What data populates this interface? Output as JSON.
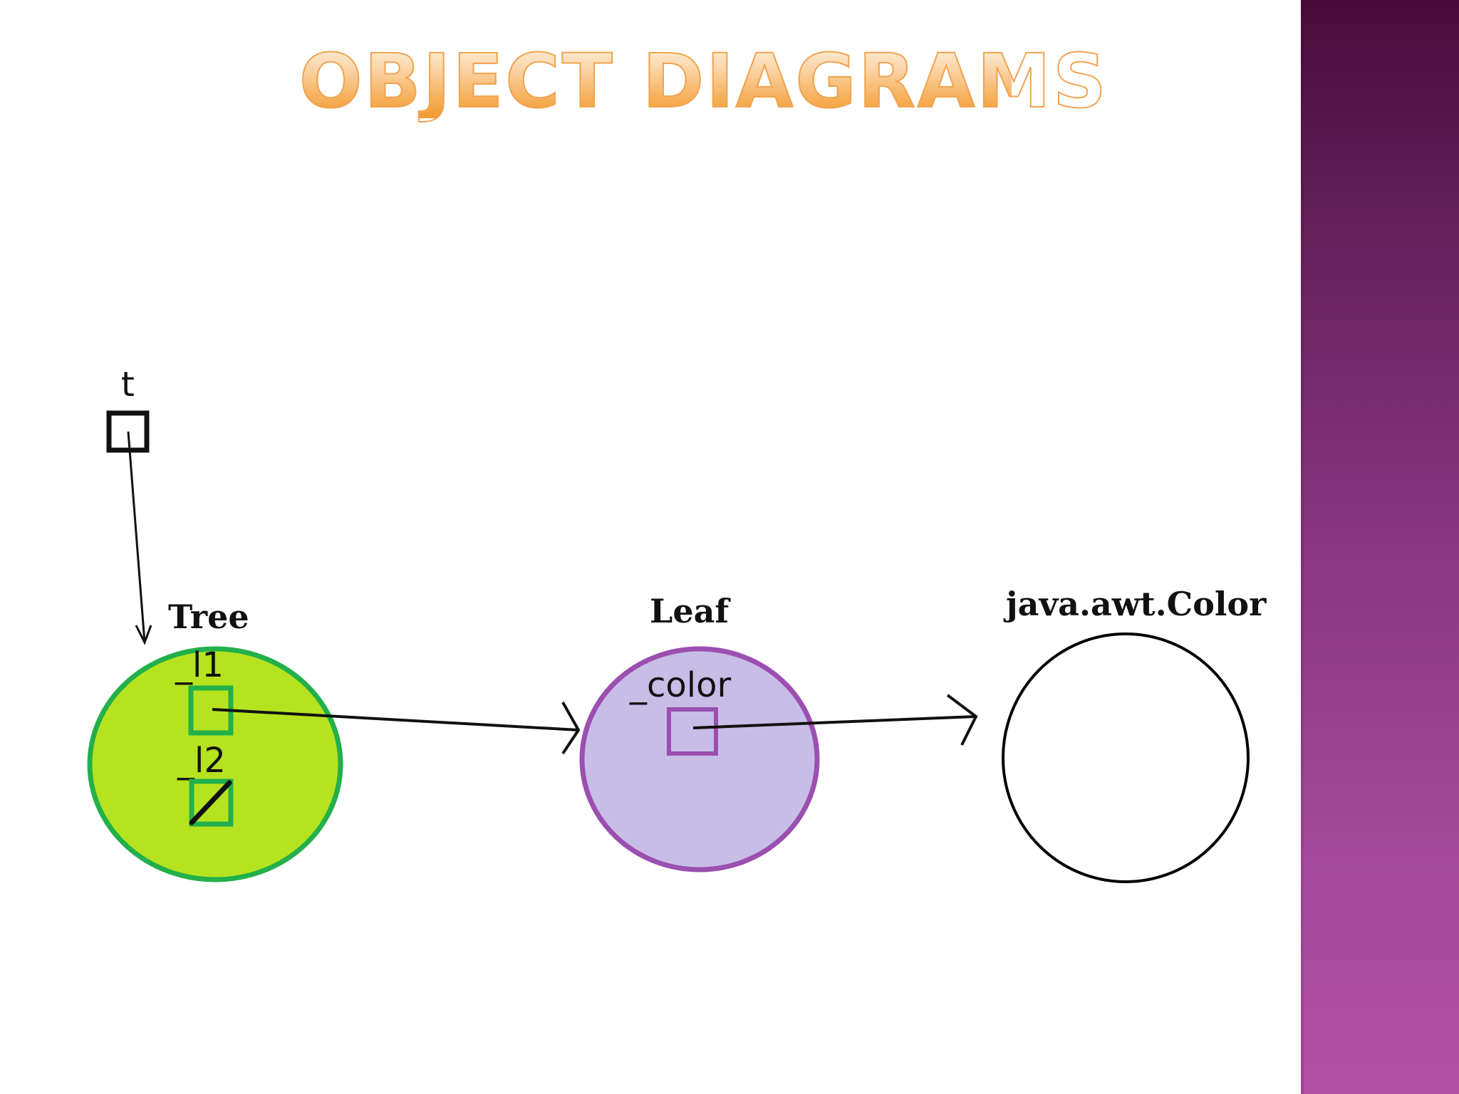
{
  "slide": {
    "title": "OBJECT DIAGRAMS",
    "colors": {
      "title_gradient_top": "#fff1df",
      "title_gradient_bottom": "#f29a30",
      "side_band_top": "#4a0c3c",
      "side_band_bottom": "#b04ea6"
    }
  },
  "diagram": {
    "variable": {
      "name": "t"
    },
    "objects": [
      {
        "id": "tree",
        "label": "Tree",
        "fill": "#b5e31f",
        "stroke": "#22b04a",
        "fields": [
          {
            "name": "_l1",
            "state": "reference"
          },
          {
            "name": "_l2",
            "state": "null"
          }
        ]
      },
      {
        "id": "leaf",
        "label": "Leaf",
        "fill": "#c8bde6",
        "stroke": "#9b4fb0",
        "fields": [
          {
            "name": "_color",
            "state": "reference"
          }
        ]
      },
      {
        "id": "color",
        "label": "java.awt.Color",
        "fill": "#ffffff",
        "stroke": "#000000",
        "fields": []
      }
    ],
    "references": [
      {
        "from": "t",
        "to": "Tree"
      },
      {
        "from": "_l1",
        "to": "Leaf"
      },
      {
        "from": "_color",
        "to": "java.awt.Color"
      }
    ]
  }
}
